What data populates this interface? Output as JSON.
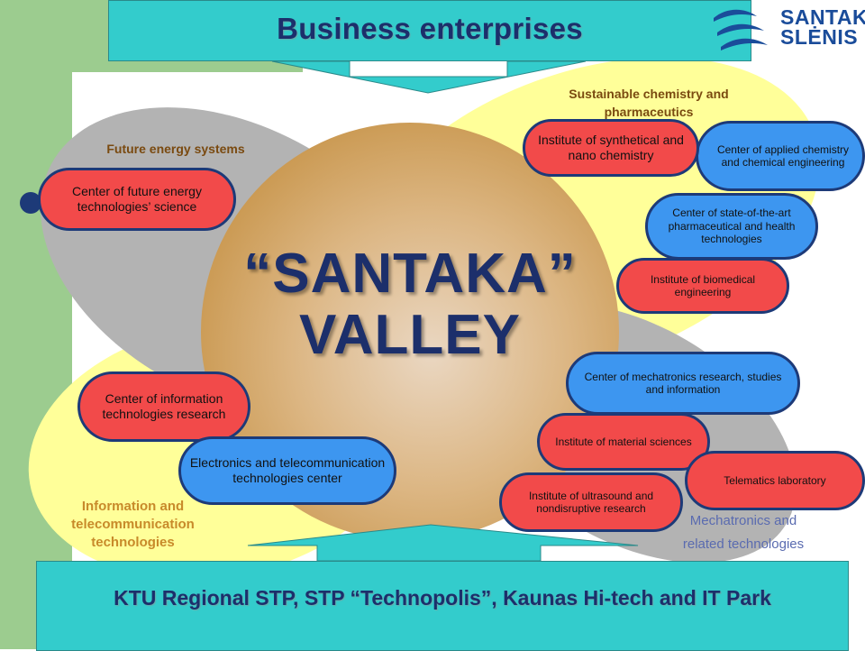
{
  "header": {
    "title": "Business enterprises"
  },
  "logo": {
    "line1": "SANTAKOS",
    "line2": "SLĖNIS",
    "color": "#1a4c9a"
  },
  "center": {
    "line1": "“SANTAKA”",
    "line2": "VALLEY"
  },
  "sectors": {
    "energy": "Future energy systems",
    "chemistry": "Sustainable chemistry and pharmaceutics",
    "info": "Information and telecommunication technologies",
    "mechatronics_line1": "Mechatronics and",
    "mechatronics_line2": "related technologies"
  },
  "nodes": {
    "future_energy": "Center of future energy technologies’ science",
    "synthetical": "Institute of synthetical and nano chemistry",
    "applied_chem": "Center of applied chemistry and chemical engineering",
    "pharma": "Center of state-of-the-art pharmaceutical and health technologies",
    "biomedical": "Institute of biomedical engineering",
    "mechatronics": "Center of mechatronics research, studies and information",
    "material": "Institute of material sciences",
    "telematics": "Telematics laboratory",
    "ultrasound": "Institute of ultrasound and nondisruptive research",
    "it_research": "Center of information technologies research",
    "electronics": "Electronics and telecommunication technologies center"
  },
  "footer": {
    "title": "KTU Regional STP,  STP “Technopolis”,  Kaunas Hi-tech and IT Park"
  },
  "colors": {
    "teal": "#33cccc",
    "green": "#9ccc8f",
    "yellow": "#ffff99",
    "gray": "#b3b3b3",
    "gold": "#d4a860",
    "red_node": "#f24a4a",
    "blue_node": "#3d96f0",
    "navy": "#1c2f6b"
  }
}
